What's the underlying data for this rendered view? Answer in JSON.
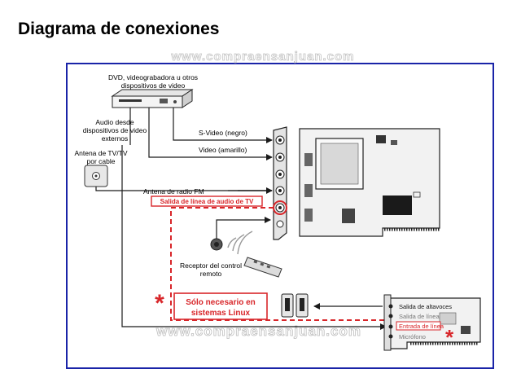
{
  "title": "Diagrama de conexiones",
  "watermark": "www.compraensanjuan.com",
  "labels": {
    "dvd_line1": "DVD, videograbadora u otros",
    "dvd_line2": "dispositivos de video",
    "audio_line1": "Audio desde",
    "audio_line2": "dispositivos de video",
    "audio_line3": "externos",
    "antenna_line1": "Antena de TV/TV",
    "antenna_line2": "por cable",
    "svideo": "S-Video (negro)",
    "video": "Video (amarillo)",
    "fm": "Antena de radio FM",
    "tv_audio_out": "Salida de línea de audio de TV",
    "receiver_line1": "Receptor del control",
    "receiver_line2": "remoto",
    "linux_line1": "Sólo necesario en",
    "linux_line2": "sistemas Linux",
    "asterisk": "*"
  },
  "sound_card_ports": [
    "Salida de altavoces",
    "Salida de línea",
    "Entrada de línea",
    "Micrófono"
  ],
  "colors": {
    "frame": "#1a24a8",
    "accent_red": "#d8262a",
    "wire": "#1a1a1a",
    "board": "#f2f2f2"
  }
}
